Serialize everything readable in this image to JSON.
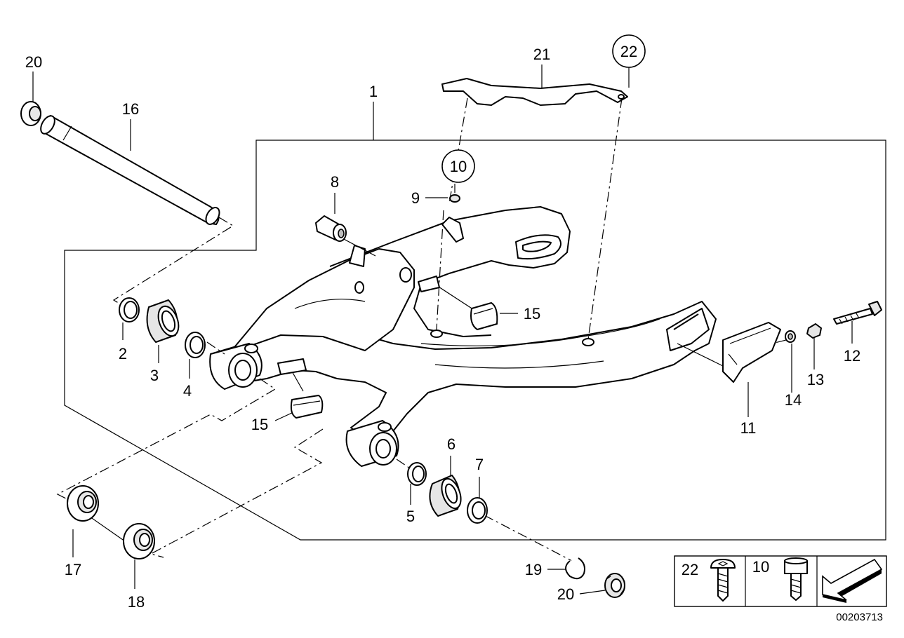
{
  "diagram": {
    "callouts": [
      {
        "id": "c1",
        "text": "1"
      },
      {
        "id": "c2",
        "text": "2"
      },
      {
        "id": "c3",
        "text": "3"
      },
      {
        "id": "c4",
        "text": "4"
      },
      {
        "id": "c5",
        "text": "5"
      },
      {
        "id": "c6",
        "text": "6"
      },
      {
        "id": "c7",
        "text": "7"
      },
      {
        "id": "c8",
        "text": "8"
      },
      {
        "id": "c9",
        "text": "9"
      },
      {
        "id": "c10",
        "text": "10",
        "circled": true
      },
      {
        "id": "c11",
        "text": "11"
      },
      {
        "id": "c12",
        "text": "12"
      },
      {
        "id": "c13",
        "text": "13"
      },
      {
        "id": "c14",
        "text": "14"
      },
      {
        "id": "c15a",
        "text": "15"
      },
      {
        "id": "c15b",
        "text": "15"
      },
      {
        "id": "c16",
        "text": "16"
      },
      {
        "id": "c17",
        "text": "17"
      },
      {
        "id": "c18",
        "text": "18"
      },
      {
        "id": "c19",
        "text": "19"
      },
      {
        "id": "c20a",
        "text": "20"
      },
      {
        "id": "c20b",
        "text": "20"
      },
      {
        "id": "c21",
        "text": "21"
      },
      {
        "id": "c22",
        "text": "22",
        "circled": true
      }
    ],
    "legend": {
      "cells": [
        {
          "label": "22",
          "icon": "torx-screw-icon"
        },
        {
          "label": "10",
          "icon": "torx-screw-icon"
        },
        {
          "icon": "direction-arrow-icon"
        }
      ]
    },
    "diagram_code": "00203713"
  }
}
